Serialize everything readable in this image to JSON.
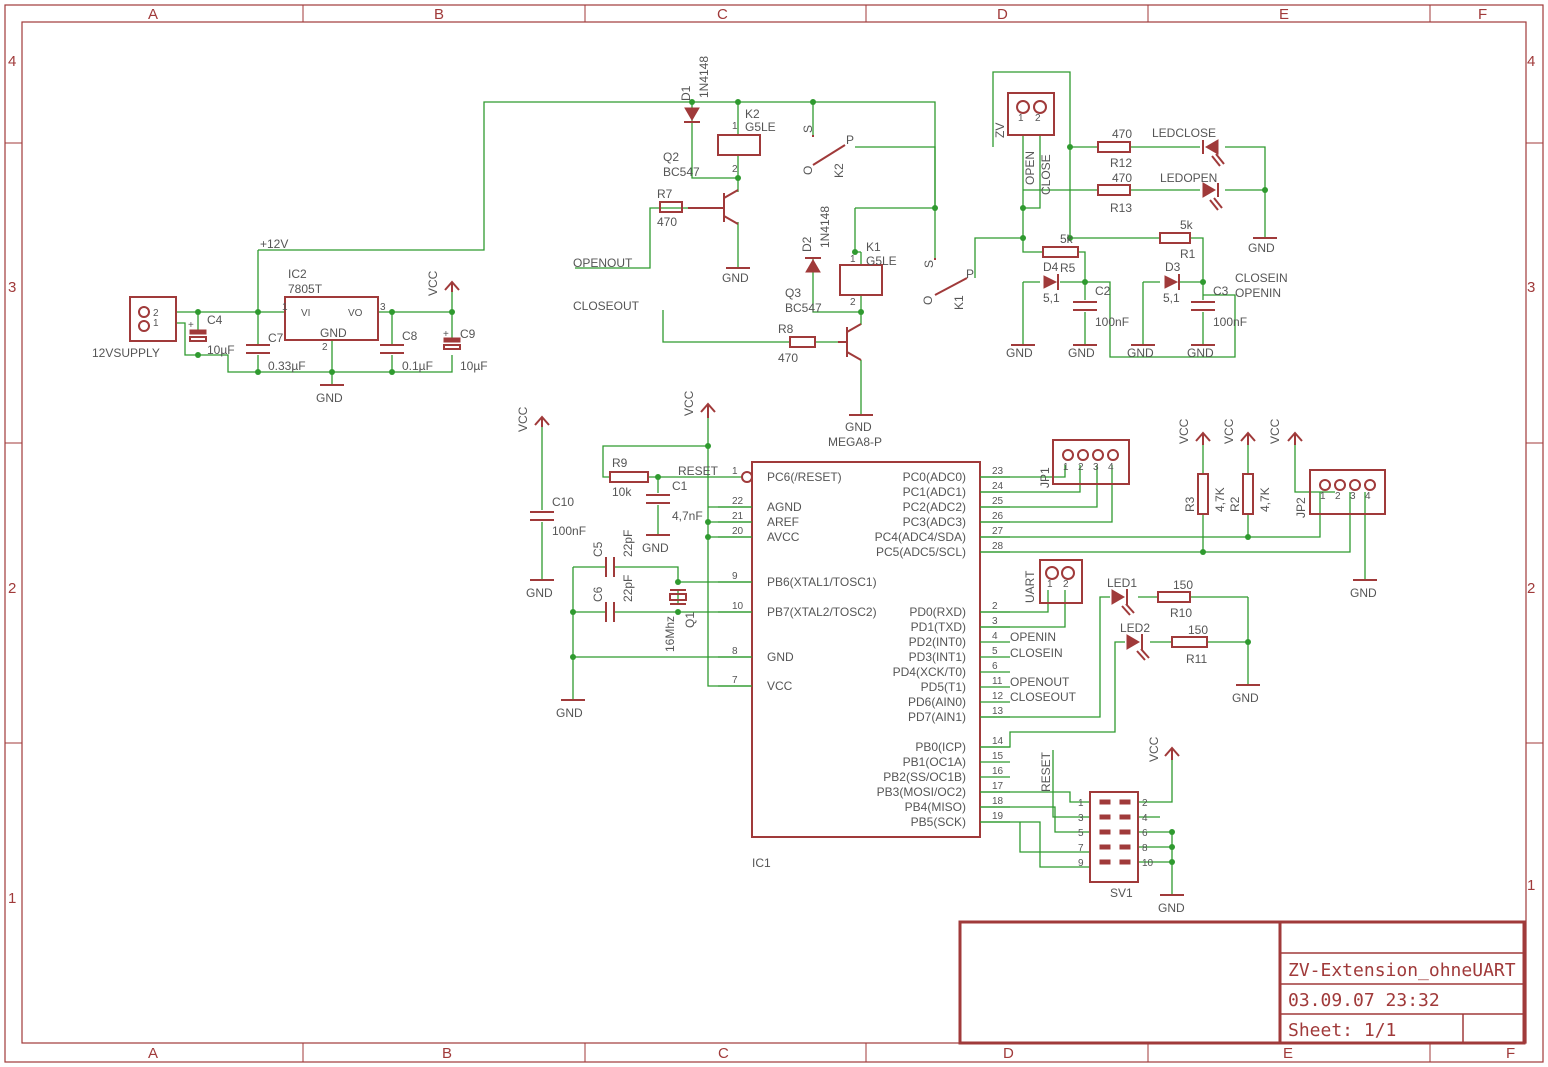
{
  "grid": {
    "columns": [
      "A",
      "B",
      "C",
      "D",
      "E",
      "F"
    ],
    "rows": [
      "4",
      "3",
      "2",
      "1"
    ]
  },
  "title_block": {
    "title": "ZV-Extension_ohneUART",
    "date": "03.09.07 23:32",
    "sheet": "Sheet: 1/1"
  },
  "nets": {
    "v12": "+12V",
    "openout": "OPENOUT",
    "closeout": "CLOSEOUT",
    "openin": "OPENIN",
    "closein": "CLOSEIN",
    "reset": "RESET"
  },
  "power": {
    "vcc": "VCC",
    "gnd": "GND"
  },
  "parts": {
    "ic1": {
      "name": "IC1",
      "value": "MEGA8-P"
    },
    "ic2": {
      "name": "IC2",
      "value": "7805T",
      "vi": "VI",
      "vo": "VO",
      "gnd": "GND"
    },
    "supply": {
      "name": "12VSUPPLY"
    },
    "c4": {
      "name": "C4",
      "value": "10µF"
    },
    "c7": {
      "name": "C7",
      "value": "0.33µF"
    },
    "c8": {
      "name": "C8",
      "value": "0.1µF"
    },
    "c9": {
      "name": "C9",
      "value": "10µF"
    },
    "c10": {
      "name": "C10",
      "value": "100nF"
    },
    "c1": {
      "name": "C1",
      "value": "4,7nF"
    },
    "c2": {
      "name": "C2",
      "value": "100nF"
    },
    "c3": {
      "name": "C3",
      "value": "100nF"
    },
    "c5": {
      "name": "C5",
      "value": "22pF"
    },
    "c6": {
      "name": "C6",
      "value": "22pF"
    },
    "q1": {
      "name": "Q1",
      "value": "16Mhz"
    },
    "q2": {
      "name": "Q2",
      "value": "BC547"
    },
    "q3": {
      "name": "Q3",
      "value": "BC547"
    },
    "d1": {
      "name": "D1",
      "value": "1N4148"
    },
    "d2": {
      "name": "D2",
      "value": "1N4148"
    },
    "d3": {
      "name": "D3",
      "value": "5,1"
    },
    "d4": {
      "name": "D4",
      "value": "5,1"
    },
    "k1": {
      "name": "K1",
      "value": "G5LE"
    },
    "k2": {
      "name": "K2",
      "value": "G5LE"
    },
    "r1": {
      "name": "R1",
      "value": "5k"
    },
    "r2": {
      "name": "R2",
      "value": "4,7K"
    },
    "r3": {
      "name": "R3",
      "value": "4,7K"
    },
    "r5": {
      "name": "R5",
      "value": "5k"
    },
    "r7": {
      "name": "R7",
      "value": "470"
    },
    "r8": {
      "name": "R8",
      "value": "470"
    },
    "r9": {
      "name": "R9",
      "value": "10k"
    },
    "r10": {
      "name": "R10",
      "value": "150"
    },
    "r11": {
      "name": "R11",
      "value": "150"
    },
    "r12": {
      "name": "R12",
      "value": "470"
    },
    "r13": {
      "name": "R13",
      "value": "470"
    },
    "ledclose": {
      "name": "LEDCLOSE"
    },
    "ledopen": {
      "name": "LEDOPEN"
    },
    "led1": {
      "name": "LED1"
    },
    "led2": {
      "name": "LED2"
    },
    "jp1": {
      "name": "JP1"
    },
    "jp2": {
      "name": "JP2"
    },
    "uart": {
      "name": "UART"
    },
    "zv": {
      "name": "ZV",
      "open": "OPEN",
      "close": "CLOSE"
    },
    "sv1": {
      "name": "SV1"
    }
  },
  "mcu_left_pins": [
    {
      "num": "1",
      "name": "PC6(/RESET)"
    },
    {
      "num": "22",
      "name": "AGND"
    },
    {
      "num": "21",
      "name": "AREF"
    },
    {
      "num": "20",
      "name": "AVCC"
    },
    {
      "num": "9",
      "name": "PB6(XTAL1/TOSC1)"
    },
    {
      "num": "10",
      "name": "PB7(XTAL2/TOSC2)"
    },
    {
      "num": "8",
      "name": "GND"
    },
    {
      "num": "7",
      "name": "VCC"
    }
  ],
  "mcu_right_pins": [
    {
      "num": "23",
      "name": "PC0(ADC0)"
    },
    {
      "num": "24",
      "name": "PC1(ADC1)"
    },
    {
      "num": "25",
      "name": "PC2(ADC2)"
    },
    {
      "num": "26",
      "name": "PC3(ADC3)"
    },
    {
      "num": "27",
      "name": "PC4(ADC4/SDA)"
    },
    {
      "num": "28",
      "name": "PC5(ADC5/SCL)"
    },
    {
      "num": "2",
      "name": "PD0(RXD)"
    },
    {
      "num": "3",
      "name": "PD1(TXD)"
    },
    {
      "num": "4",
      "name": "PD2(INT0)"
    },
    {
      "num": "5",
      "name": "PD3(INT1)"
    },
    {
      "num": "6",
      "name": "PD4(XCK/T0)"
    },
    {
      "num": "11",
      "name": "PD5(T1)"
    },
    {
      "num": "12",
      "name": "PD6(AIN0)"
    },
    {
      "num": "13",
      "name": "PD7(AIN1)"
    },
    {
      "num": "14",
      "name": "PB0(ICP)"
    },
    {
      "num": "15",
      "name": "PB1(OC1A)"
    },
    {
      "num": "16",
      "name": "PB2(SS/OC1B)"
    },
    {
      "num": "17",
      "name": "PB3(MOSI/OC2)"
    },
    {
      "num": "18",
      "name": "PB4(MISO)"
    },
    {
      "num": "19",
      "name": "PB5(SCK)"
    }
  ],
  "sv1_pins": [
    "1",
    "2",
    "3",
    "4",
    "5",
    "6",
    "7",
    "8",
    "9",
    "10"
  ],
  "relay_contacts": {
    "s": "S",
    "p": "P",
    "o": "O"
  }
}
